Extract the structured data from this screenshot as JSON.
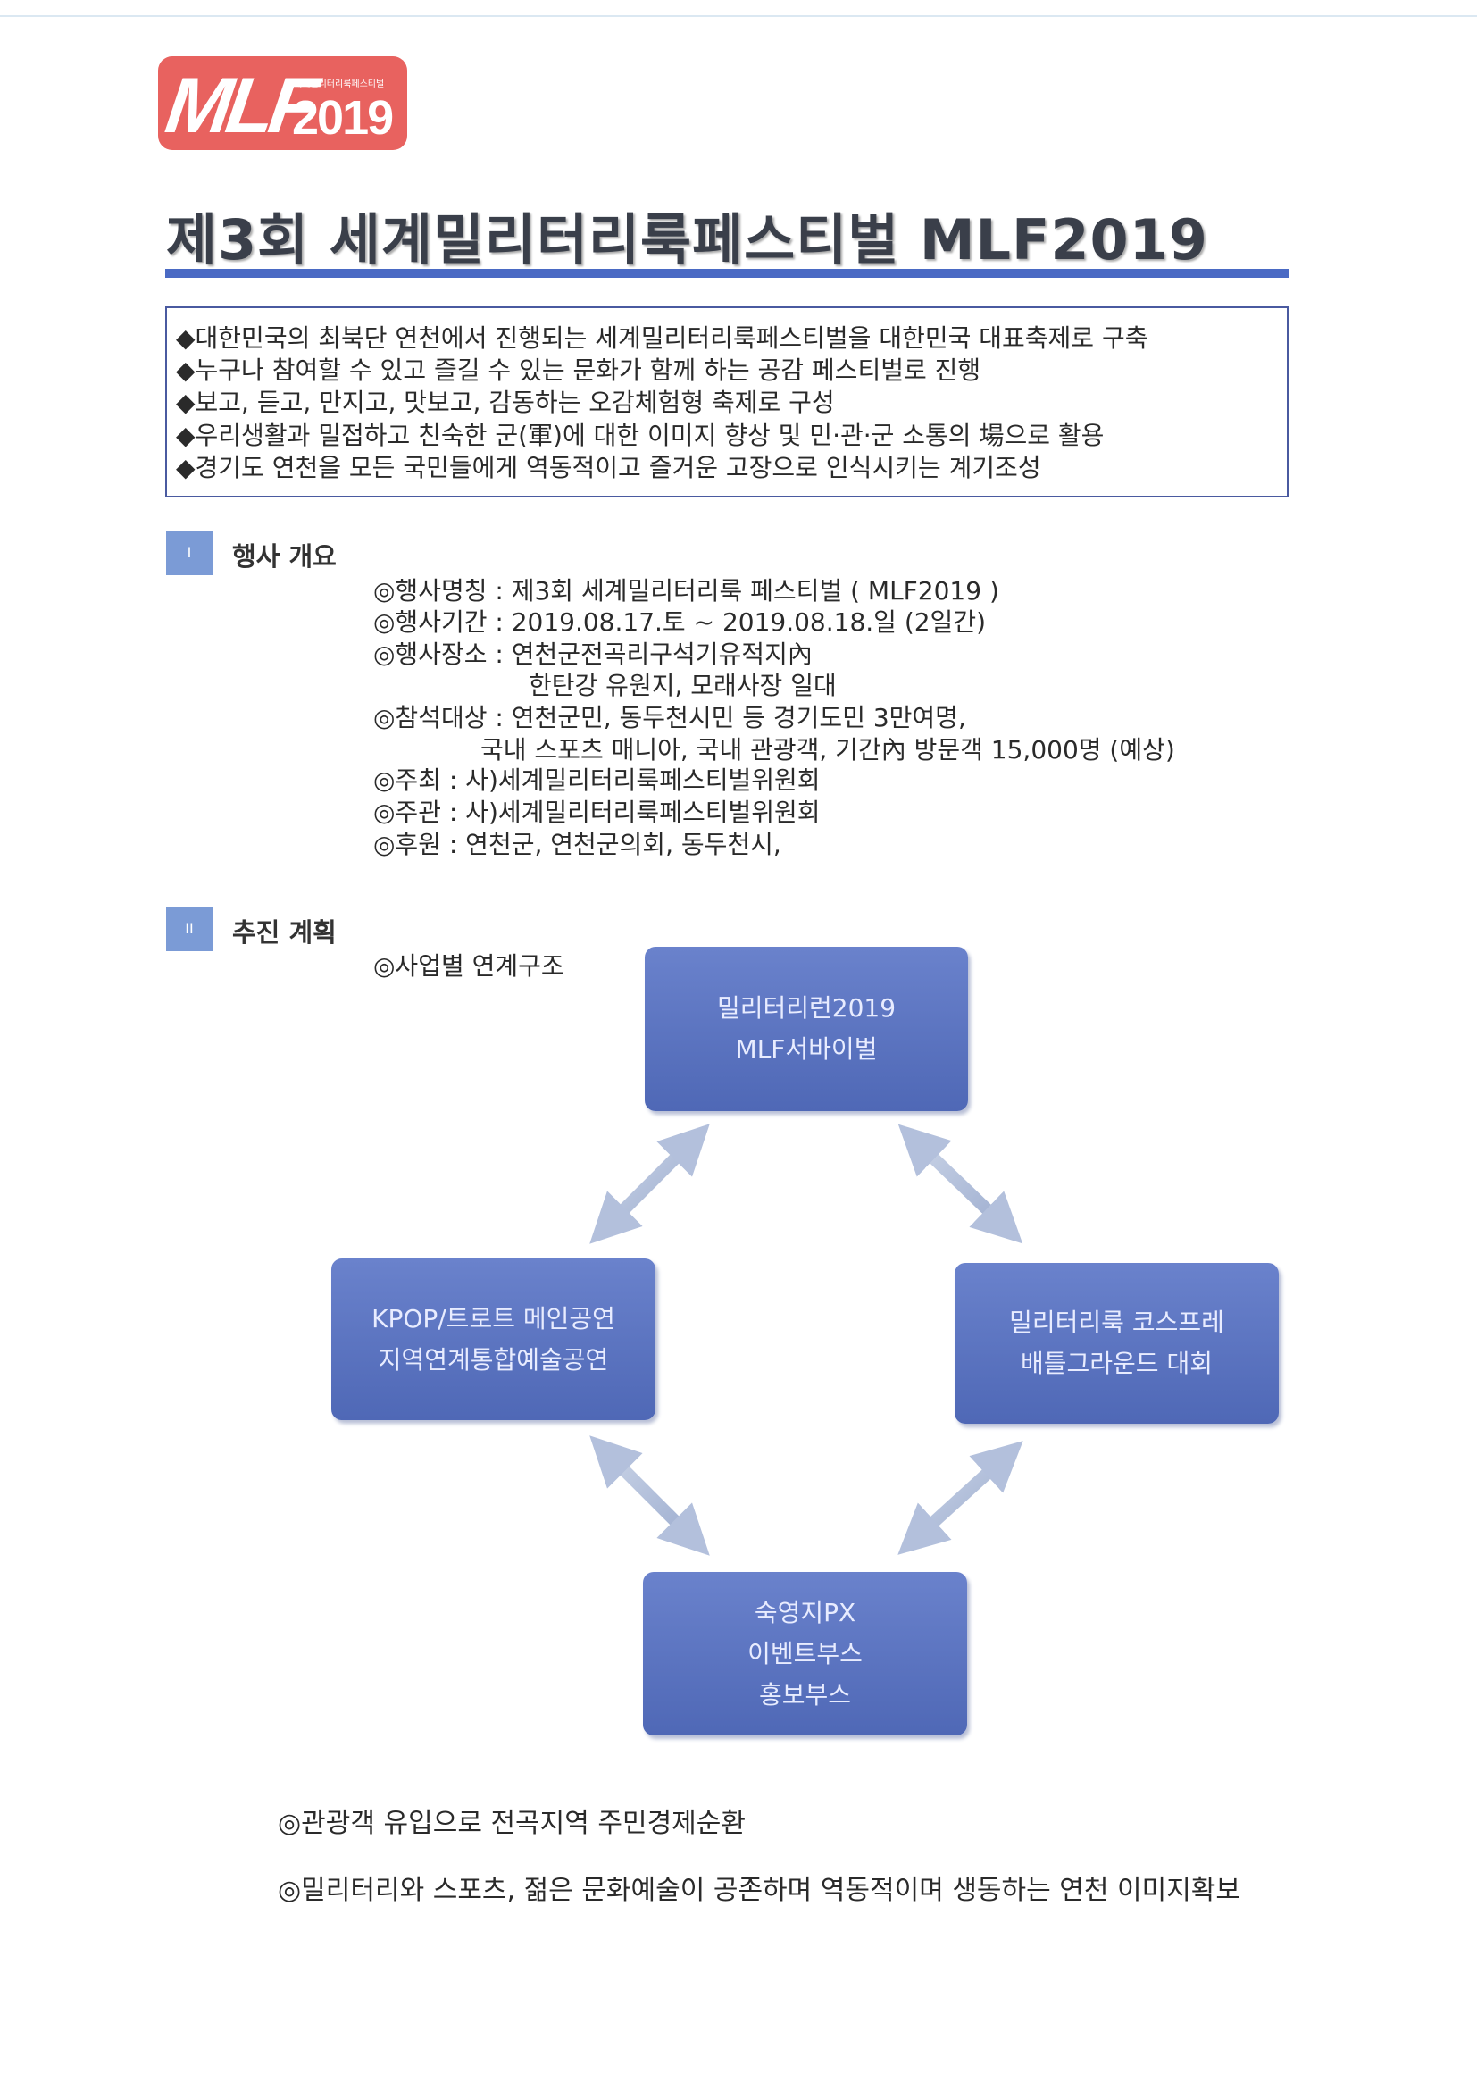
{
  "logo": {
    "mark": "MLF",
    "year": "2019",
    "subtitle": "세계밀리터리룩페스티벌"
  },
  "title": "제3회 세계밀리터리룩페스티벌 MLF2019",
  "summary_bullets": [
    "◆대한민국의 최북단 연천에서 진행되는 세계밀리터리룩페스티벌을 대한민국 대표축제로 구축",
    "◆누구나 참여할 수 있고 즐길 수 있는 문화가 함께 하는 공감 페스티벌로 진행",
    "◆보고, 듣고, 만지고, 맛보고, 감동하는 오감체험형 축제로 구성",
    "◆우리생활과 밀접하고 친숙한 군(軍)에 대한 이미지 향상 및 민·관·군 소통의 場으로 활용",
    "◆경기도 연천을 모든 국민들에게 역동적이고 즐거운 고장으로 인식시키는 계기조성"
  ],
  "section1": {
    "number": "I",
    "title": "행사 개요",
    "lines": [
      "◎행사명칭 : 제3회 세계밀리터리룩 페스티벌 ( MLF2019 )",
      "◎행사기간 : 2019.08.17.토 ~ 2019.08.18.일 (2일간)",
      "◎행사장소 : 연천군전곡리구석기유적지內",
      "한탄강 유원지, 모래사장 일대",
      "◎참석대상 : 연천군민, 동두천시민 등 경기도민 3만여명,",
      "국내 스포츠 매니아, 국내 관광객, 기간內 방문객 15,000명 (예상)",
      "◎주최 : 사)세계밀리터리룩페스티벌위원회",
      "◎주관 : 사)세계밀리터리룩페스티벌위원회",
      "◎후원 : 연천군, 연천군의회, 동두천시,"
    ]
  },
  "section2": {
    "number": "II",
    "title": "추진 계획",
    "structure_label": "◎사업별 연계구조",
    "nodes": {
      "top": [
        "밀리터리런2019",
        "MLF서바이벌"
      ],
      "left": [
        "KPOP/트로트 메인공연",
        "지역연계통합예술공연"
      ],
      "right": [
        "밀리터리룩 코스프레",
        "배틀그라운드 대회"
      ],
      "bottom": [
        "숙영지PX",
        "이벤트부스",
        "홍보부스"
      ]
    },
    "outcomes": [
      "◎관광객 유입으로 전곡지역 주민경제순환",
      "◎밀리터리와 스포츠, 젊은 문화예술이 공존하며 역동적이며 생동하는 연천 이미지확보"
    ]
  }
}
